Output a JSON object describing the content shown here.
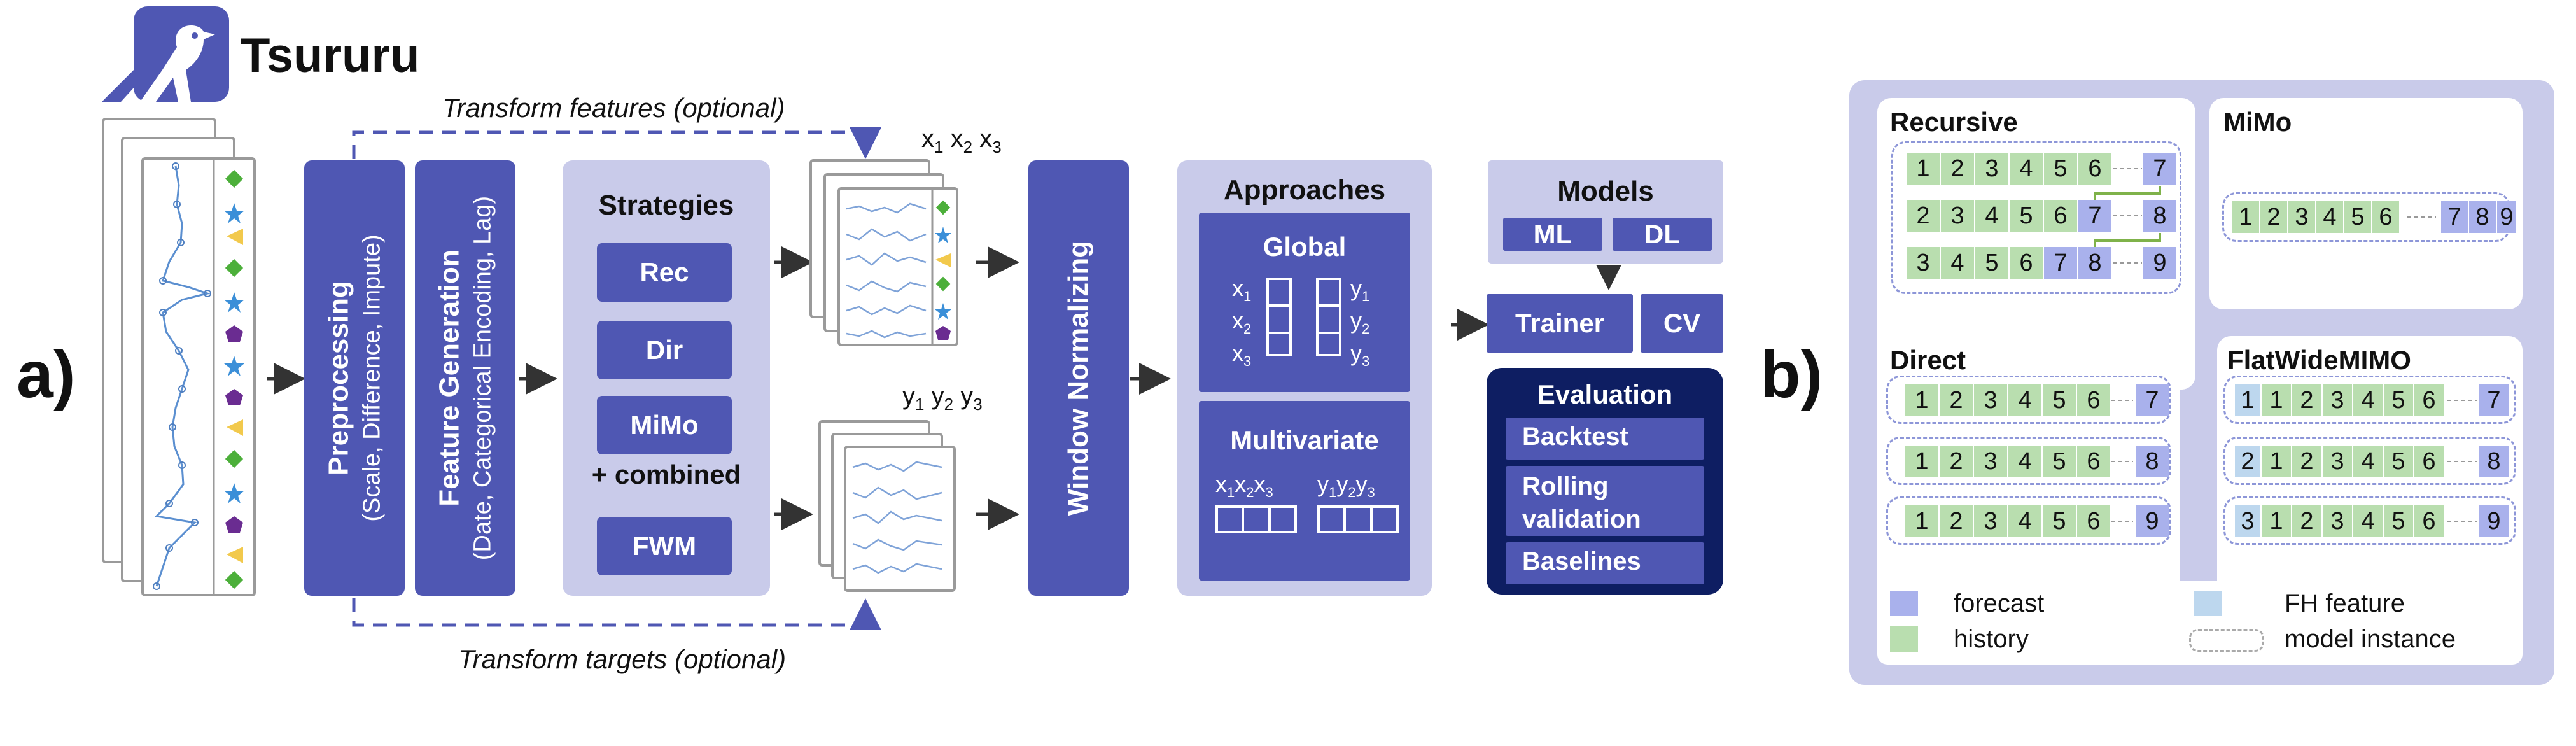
{
  "panels": {
    "a": "a)",
    "b": "b)"
  },
  "logo": {
    "text": "Tsururu",
    "icon": "crane-bird-icon",
    "color": "#4F57B3"
  },
  "colors": {
    "primary": "#4F57B3",
    "light": "#C9CBEA",
    "dark_navy": "#0E1E62",
    "history": "#B9DEAF",
    "forecast": "#A9B1EC",
    "fh_feature": "#BDD7EE"
  },
  "pipeline": {
    "transform_features": "Transform features (optional)",
    "transform_targets": "Transform targets (optional)",
    "preprocessing": {
      "title": "Preprocessing",
      "subtitle": "(Scale, Difference, Impute)"
    },
    "feature_generation": {
      "title": "Feature Generation",
      "subtitle": "(Date, Categorical Encoding, Lag)"
    },
    "strategies": {
      "title": "Strategies",
      "items": [
        "Rec",
        "Dir",
        "MiMo"
      ],
      "combined": "+ combined",
      "extra": "FWM"
    },
    "features_label": [
      "x",
      "1",
      "x",
      "2",
      "x",
      "3"
    ],
    "targets_label": [
      "y",
      "1",
      "y",
      "2",
      "y",
      "3"
    ],
    "window_normalizing": "Window Normalizing",
    "approaches": {
      "title": "Approaches",
      "global": {
        "title": "Global",
        "x": [
          "x",
          "1",
          "x",
          "2",
          "x",
          "3"
        ],
        "y": [
          "y",
          "1",
          "y",
          "2",
          "y",
          "3"
        ]
      },
      "multivariate": {
        "title": "Multivariate",
        "x": [
          "x",
          "1",
          "x",
          "2",
          "x",
          "3"
        ],
        "y": [
          "y",
          "1",
          "y",
          "2",
          "y",
          "3"
        ]
      }
    },
    "models": {
      "title": "Models",
      "items": [
        "ML",
        "DL"
      ]
    },
    "trainer": "Trainer",
    "cv": "CV",
    "evaluation": {
      "title": "Evaluation",
      "items": [
        "Backtest",
        "Rolling validation",
        "Baselines"
      ]
    }
  },
  "strategies_detail": {
    "recursive": {
      "title": "Recursive",
      "rows": [
        [
          "1",
          "2",
          "3",
          "4",
          "5",
          "6",
          "7"
        ],
        [
          "2",
          "3",
          "4",
          "5",
          "6",
          "7",
          "8"
        ],
        [
          "3",
          "4",
          "5",
          "6",
          "7",
          "8",
          "9"
        ]
      ]
    },
    "mimo": {
      "title": "MiMo",
      "history": [
        "1",
        "2",
        "3",
        "4",
        "5",
        "6"
      ],
      "forecast": [
        "7",
        "8",
        "9"
      ]
    },
    "direct": {
      "title": "Direct",
      "rows": [
        {
          "history": [
            "1",
            "2",
            "3",
            "4",
            "5",
            "6"
          ],
          "forecast": "7"
        },
        {
          "history": [
            "1",
            "2",
            "3",
            "4",
            "5",
            "6"
          ],
          "forecast": "8"
        },
        {
          "history": [
            "1",
            "2",
            "3",
            "4",
            "5",
            "6"
          ],
          "forecast": "9"
        }
      ]
    },
    "flatwidemimo": {
      "title": "FlatWideMIMO",
      "rows": [
        {
          "fh": "1",
          "history": [
            "1",
            "2",
            "3",
            "4",
            "5",
            "6"
          ],
          "forecast": "7"
        },
        {
          "fh": "2",
          "history": [
            "1",
            "2",
            "3",
            "4",
            "5",
            "6"
          ],
          "forecast": "8"
        },
        {
          "fh": "3",
          "history": [
            "1",
            "2",
            "3",
            "4",
            "5",
            "6"
          ],
          "forecast": "9"
        }
      ]
    }
  },
  "legend": {
    "forecast": "forecast",
    "history": "history",
    "fh_feature": "FH feature",
    "model_instance": "model instance"
  }
}
